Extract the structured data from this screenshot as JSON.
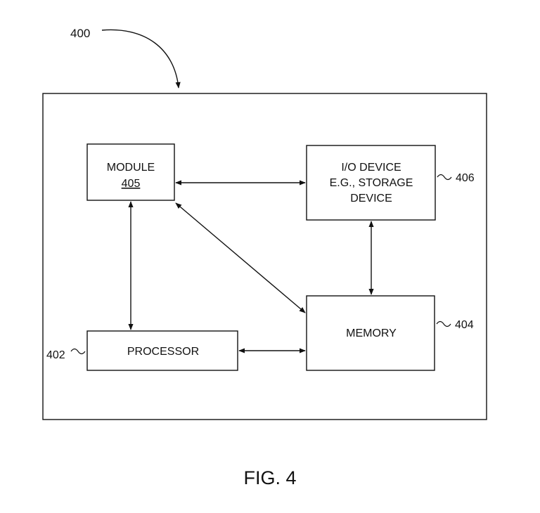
{
  "figure_number": "400",
  "caption": "FIG. 4",
  "blocks": {
    "module": {
      "title": "MODULE",
      "ref": "405"
    },
    "io_device": {
      "line1": "I/O DEVICE",
      "line2": "E.G., STORAGE",
      "line3": "DEVICE",
      "ref": "406"
    },
    "memory": {
      "title": "MEMORY",
      "ref": "404"
    },
    "processor": {
      "title": "PROCESSOR",
      "ref": "402"
    }
  },
  "connections": [
    {
      "from": "module",
      "to": "io_device",
      "direction": "bidirectional"
    },
    {
      "from": "module",
      "to": "processor",
      "direction": "bidirectional"
    },
    {
      "from": "module",
      "to": "memory",
      "direction": "bidirectional"
    },
    {
      "from": "io_device",
      "to": "memory",
      "direction": "bidirectional"
    },
    {
      "from": "processor",
      "to": "memory",
      "direction": "bidirectional"
    }
  ]
}
